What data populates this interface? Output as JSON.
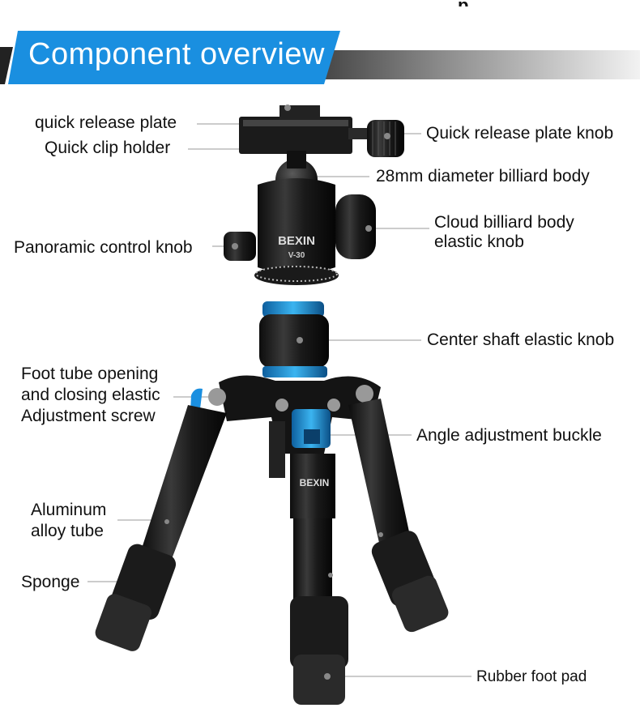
{
  "banner": {
    "title": "Component overview",
    "accent_color": "#1a8fe0"
  },
  "top_fragment": "p",
  "product": {
    "head_brand": "BEXIN",
    "head_model": "V-30",
    "column_brand": "BEXIN"
  },
  "callouts": {
    "quick_release_plate": "quick release plate",
    "quick_clip_holder": "Quick clip holder",
    "quick_release_plate_knob": "Quick release plate knob",
    "billiard_body": "28mm diameter billiard body",
    "cloud_knob_line1": "Cloud billiard body",
    "cloud_knob_line2": "elastic knob",
    "panoramic_knob": "Panoramic control knob",
    "center_shaft_knob": "Center shaft elastic knob",
    "foot_tube_line1": "Foot tube opening",
    "foot_tube_line2": "and closing elastic",
    "foot_tube_line3": "Adjustment screw",
    "angle_buckle": "Angle adjustment buckle",
    "aluminum_line1": "Aluminum",
    "aluminum_line2": "alloy tube",
    "sponge": "Sponge",
    "rubber_foot": "Rubber foot pad"
  }
}
